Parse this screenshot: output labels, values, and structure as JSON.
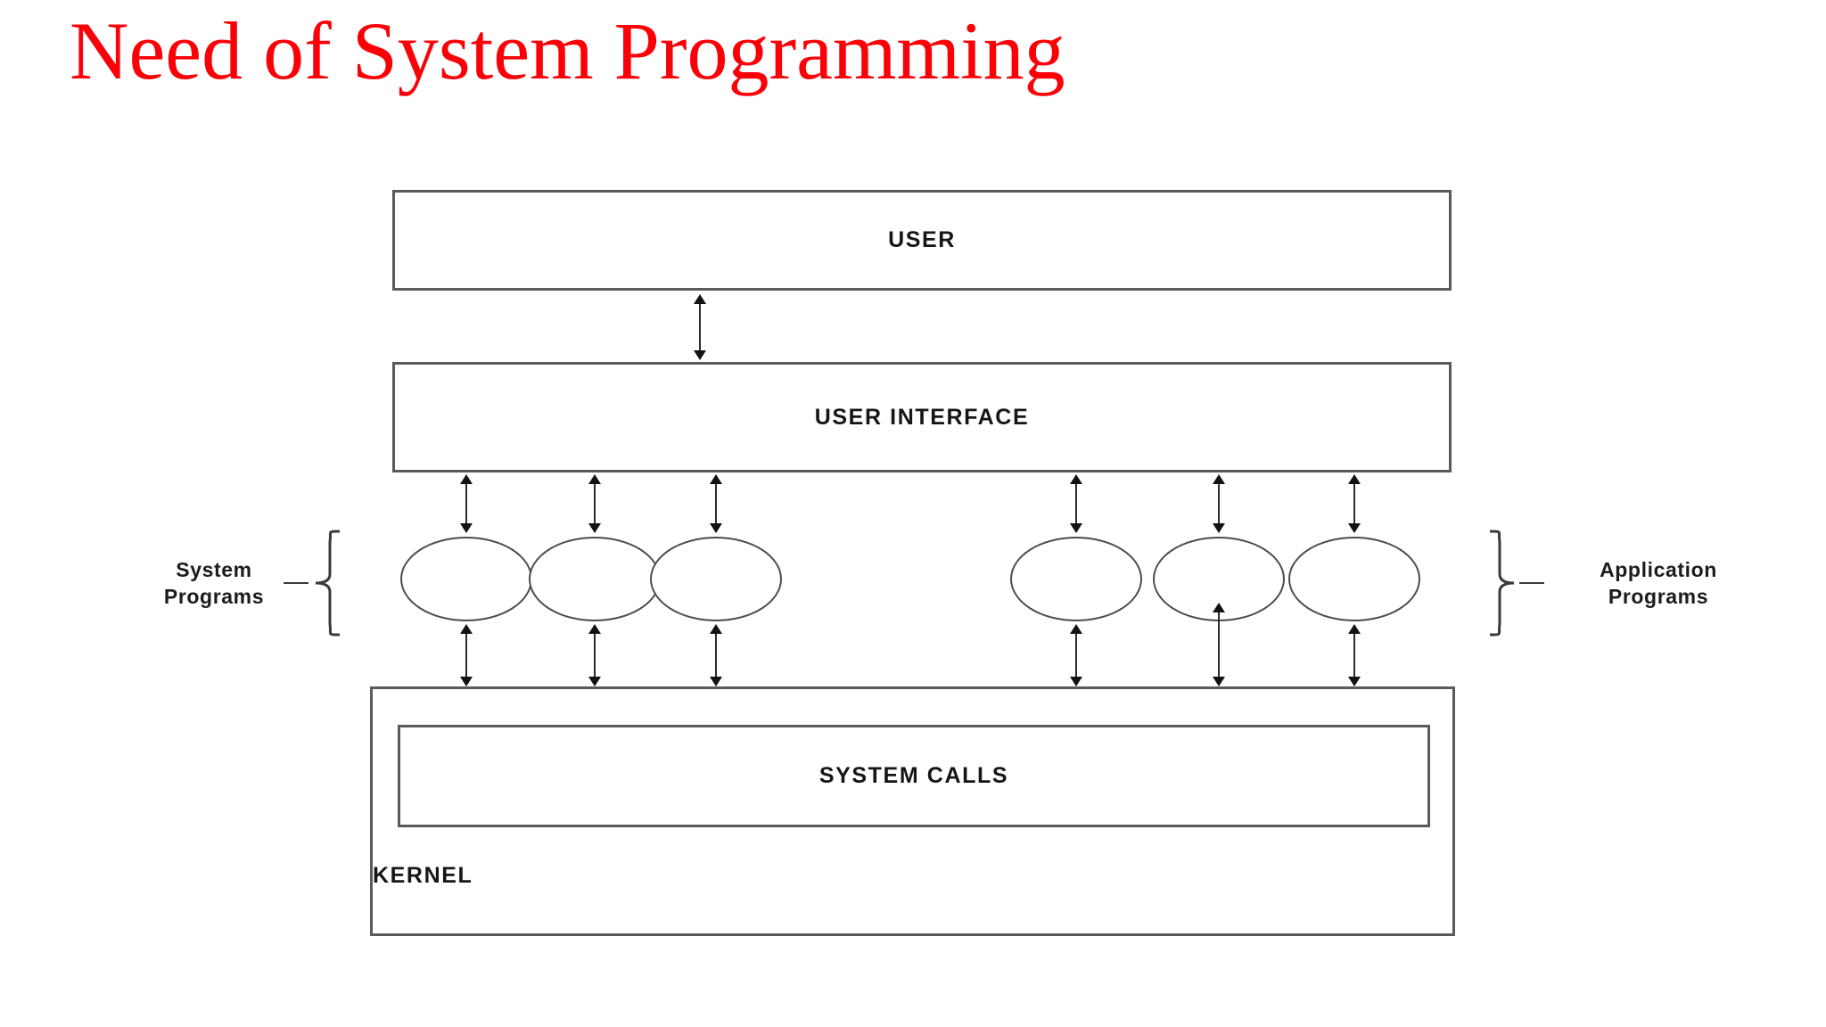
{
  "slide": {
    "title": "Need of System Programming",
    "title_color": "#fb0007",
    "background_color": "#ffffff"
  },
  "diagram": {
    "type": "layered-architecture",
    "boxes": [
      {
        "id": "user",
        "label": "USER"
      },
      {
        "id": "user-interface",
        "label": "USER INTERFACE"
      },
      {
        "id": "system-calls",
        "label": "SYSTEM CALLS"
      },
      {
        "id": "kernel",
        "label": "KERNEL"
      }
    ],
    "side_labels": [
      {
        "id": "system-programs",
        "label": "System\nPrograms",
        "side": "left",
        "brace": "{"
      },
      {
        "id": "application-programs",
        "label": "Application\nPrograms",
        "side": "right",
        "brace": "}"
      }
    ],
    "programs": [
      {
        "index": 1,
        "group": "system"
      },
      {
        "index": 2,
        "group": "system"
      },
      {
        "index": 3,
        "group": "system"
      },
      {
        "index": 4,
        "group": "application"
      },
      {
        "index": 5,
        "group": "application"
      },
      {
        "index": 6,
        "group": "application"
      }
    ],
    "connectors": {
      "style": "double-headed-arrow",
      "user_to_user_interface": 1,
      "user_interface_to_programs": 6,
      "programs_to_kernel": 6
    },
    "line_color": "#5a5a5a",
    "arrow_color": "#121212",
    "text_color": "#15151a"
  }
}
